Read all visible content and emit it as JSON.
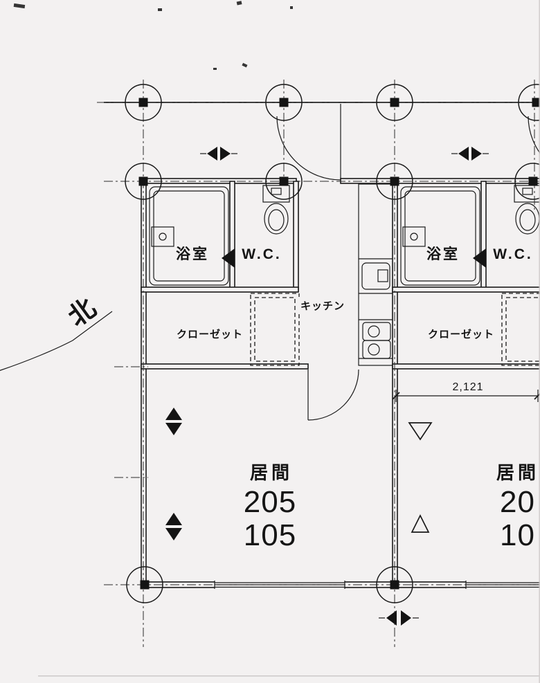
{
  "colors": {
    "paper": "#f3f1f1",
    "ink": "#1a1a1a"
  },
  "plan": {
    "north_label": "北",
    "dimension_label": "2,121",
    "unit_left": {
      "bath": "浴室",
      "wc": "W.C.",
      "kitchen": "キッチン",
      "closet": "クローゼット",
      "living": "居間",
      "room_upper": "205",
      "room_lower": "105"
    },
    "unit_right": {
      "bath": "浴室",
      "wc": "W.C.",
      "closet": "クローゼット",
      "living": "居間",
      "room_upper": "20",
      "room_lower": "10"
    }
  }
}
